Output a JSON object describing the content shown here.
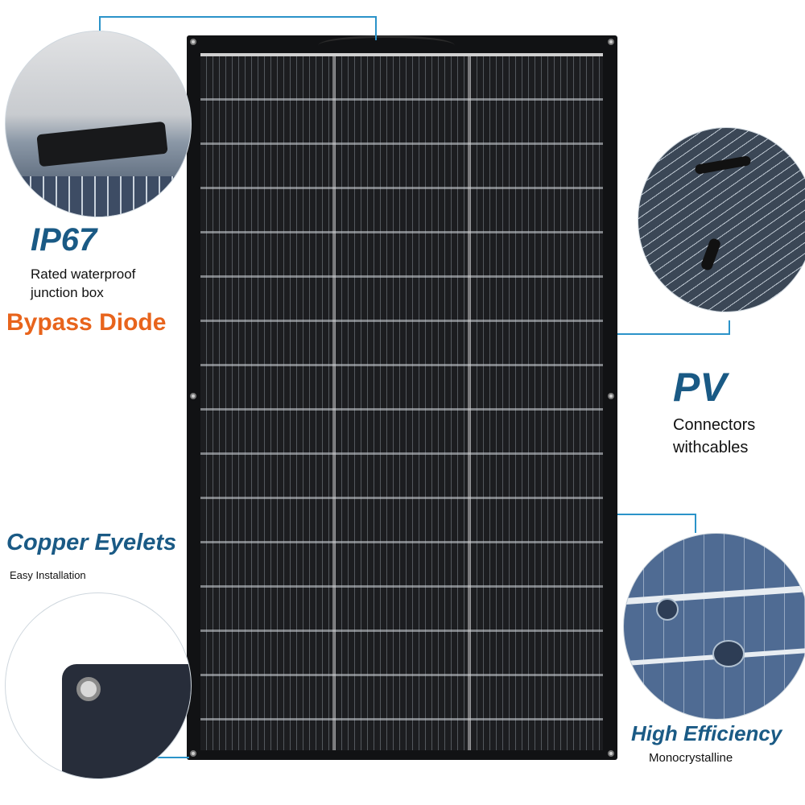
{
  "features": {
    "ip67": {
      "title": "IP67",
      "desc_line1": "Rated waterproof",
      "desc_line2": "junction box",
      "highlight": "Bypass Diode"
    },
    "pv": {
      "title": "PV",
      "desc_line1": "Connectors",
      "desc_line2": "withcables"
    },
    "copper": {
      "title": "Copper Eyelets",
      "desc": "Easy Installation"
    },
    "efficiency": {
      "title": "High Efficiency",
      "desc": "Monocrystalline"
    }
  },
  "colors": {
    "accent_blue": "#1a5a85",
    "line_blue": "#2b93c9",
    "orange": "#e8641c",
    "panel": "#111214"
  }
}
